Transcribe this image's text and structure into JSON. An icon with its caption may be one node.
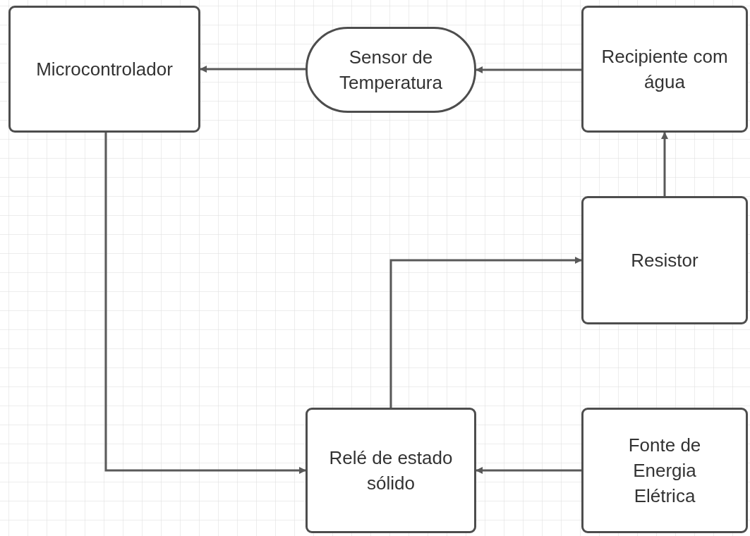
{
  "diagram": {
    "nodes": [
      {
        "text": [
          "Microcontrolador"
        ]
      },
      {
        "text": [
          "Sensor de Temperatura"
        ]
      },
      {
        "text": [
          "Recipiente com água"
        ]
      },
      {
        "text": [
          "Resistor"
        ]
      },
      {
        "text": [
          "Relé de estado sólido"
        ]
      },
      {
        "text": [
          "Fonte de Energia Elétrica"
        ]
      }
    ],
    "edges": [
      {
        "from": 1,
        "to": 0,
        "arrow": "to"
      },
      {
        "from": 2,
        "to": 1,
        "arrow": "to"
      },
      {
        "from": 3,
        "to": 2,
        "arrow": "to"
      },
      {
        "from": 4,
        "to": 3,
        "arrow": "to"
      },
      {
        "from": 0,
        "to": 4,
        "arrow": "to"
      },
      {
        "from": 5,
        "to": 4,
        "arrow": "to"
      }
    ]
  }
}
